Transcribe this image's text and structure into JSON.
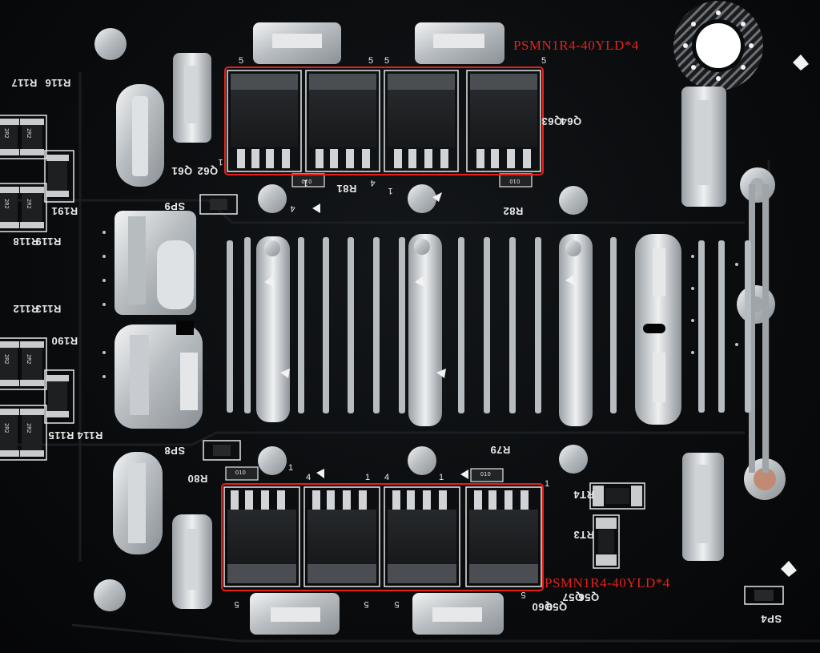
{
  "annotations": {
    "top_part": "PSMN1R4-40YLD*4",
    "bottom_part": "PSMN1R4-40YLD*4",
    "highlight_color": "#e8201a"
  },
  "silkscreen": {
    "resistors_left": [
      "R117",
      "R116",
      "R191",
      "R119",
      "R118",
      "R113",
      "R112",
      "R190",
      "R115",
      "R114"
    ],
    "res_value": "2R2",
    "chip_value": "010",
    "top_refs": [
      "Q61",
      "Q62",
      "R81",
      "Q63",
      "Q64",
      "R82",
      "SP9"
    ],
    "bottom_refs": [
      "SP8",
      "R80",
      "R79",
      "RT4",
      "RT3",
      "Q56",
      "Q57",
      "Q59",
      "Q60",
      "SP4"
    ],
    "pin_labels": [
      "1",
      "4",
      "5"
    ]
  },
  "colors": {
    "pcb": "#0a0c0e",
    "solder": "#cfd3d6",
    "silk": "#e9e9e9"
  }
}
